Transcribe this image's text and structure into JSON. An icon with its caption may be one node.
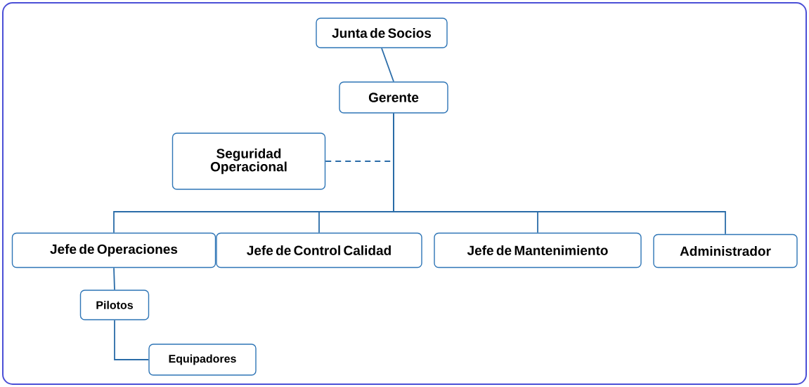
{
  "diagram": {
    "nodes": [
      {
        "text": [
          "Junta de Socios"
        ]
      },
      {
        "text": [
          "Gerente"
        ]
      },
      {
        "text": [
          "Seguridad Operacional"
        ]
      },
      {
        "text": [
          "Jefe de Operaciones"
        ]
      },
      {
        "text": [
          "Jefe de Control Calidad"
        ]
      },
      {
        "text": [
          "Jefe de Mantenimiento"
        ]
      },
      {
        "text": [
          "Administrador"
        ]
      },
      {
        "text": [
          "Pilotos"
        ]
      },
      {
        "text": [
          "Equipadores"
        ]
      }
    ],
    "edges": [
      {
        "from": 0,
        "to": 1,
        "arrow": "none"
      },
      {
        "from": 1,
        "to": 2,
        "arrow": "none",
        "style": "dashed"
      },
      {
        "from": 1,
        "to": 3,
        "arrow": "none"
      },
      {
        "from": 1,
        "to": 4,
        "arrow": "none"
      },
      {
        "from": 1,
        "to": 5,
        "arrow": "none"
      },
      {
        "from": 1,
        "to": 6,
        "arrow": "none"
      },
      {
        "from": 3,
        "to": 7,
        "arrow": "none"
      },
      {
        "from": 7,
        "to": 8,
        "arrow": "none"
      }
    ]
  }
}
